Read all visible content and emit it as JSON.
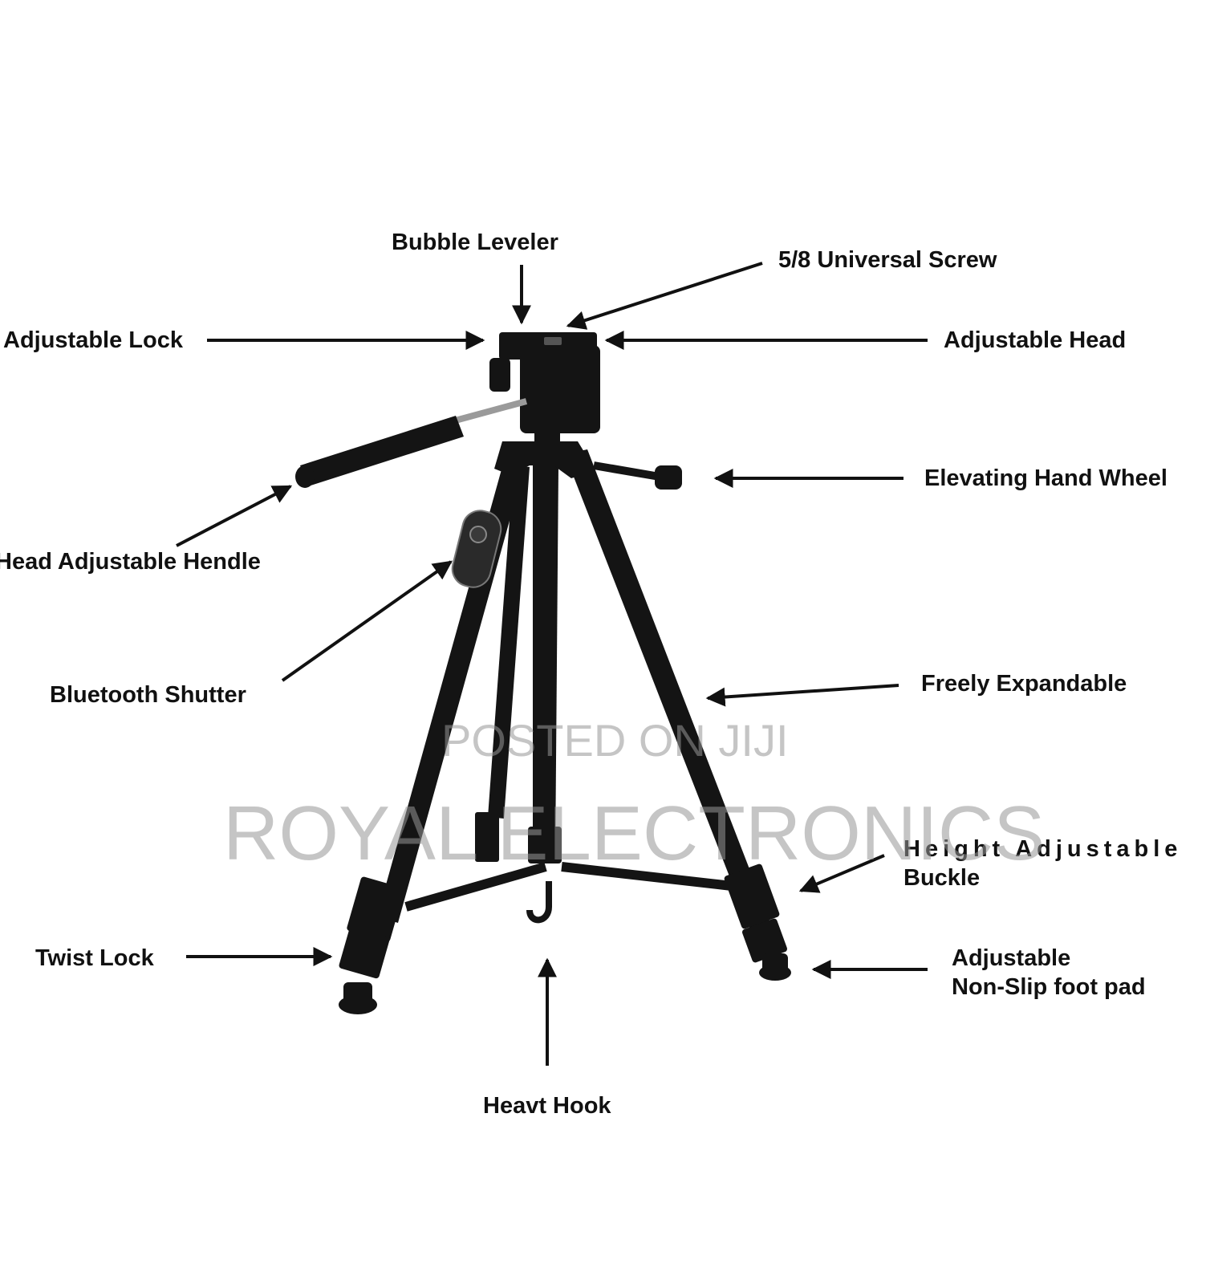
{
  "labels": {
    "bubble_leveler": "Bubble Leveler",
    "universal_screw": "5/8 Universal Screw",
    "adjustable_lock": "Adjustable Lock",
    "adjustable_head": "Adjustable Head",
    "elevating_hand_wheel": "Elevating Hand Wheel",
    "head_adjustable_handle": "Head Adjustable Hendle",
    "bluetooth_shutter": "Bluetooth Shutter",
    "freely_expandable": "Freely Expandable",
    "height_adjustable_buckle_line1": "Height Adjustable",
    "height_adjustable_buckle_line2": "Buckle",
    "twist_lock": "Twist Lock",
    "foot_pad_line1": "Adjustable",
    "foot_pad_line2": "Non-Slip foot pad",
    "heavy_hook": "Heavt Hook"
  },
  "watermark": {
    "posted": "POSTED ON JIJI",
    "brand": "ROYAL ELECTRONICS"
  },
  "colors": {
    "tripod": "#111111",
    "label_text": "#111111",
    "watermark": "#969696"
  }
}
